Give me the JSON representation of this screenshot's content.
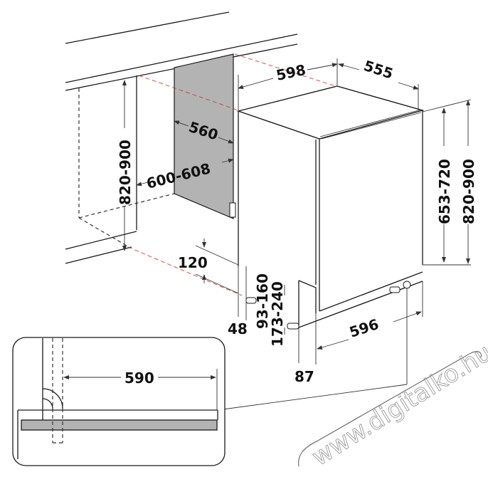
{
  "diagram": {
    "subject": "built-in dishwasher installation dimensions (mm)",
    "labels": {
      "width_top": "598",
      "depth_top": "555",
      "panel_width": "560",
      "niche_width": "600-608",
      "niche_height_left": "820-900",
      "appliance_height": "653-720",
      "niche_height_right": "820-900",
      "plinth_height": "120",
      "foot_left_offset": "48",
      "foot_range_a": "93-160",
      "foot_range_b": "173-240",
      "base_width": "596",
      "front_offset": "87",
      "detail_width": "590"
    },
    "colors": {
      "line": "#1a1a1a",
      "panel_fill": "#b3b3b3",
      "guide_dashed": "#c0392b",
      "background": "#ffffff"
    },
    "watermark": "www.digitalko.hu"
  }
}
